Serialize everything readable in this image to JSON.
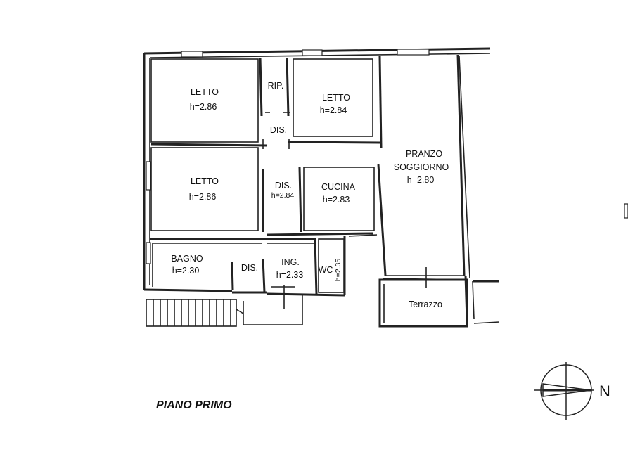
{
  "floor_title": "PIANO PRIMO",
  "compass_letter": "N",
  "rooms": {
    "letto1": {
      "name": "LETTO",
      "height": "h=2.86"
    },
    "rip": {
      "name": "RIP."
    },
    "letto2": {
      "name": "LETTO",
      "height": "h=2.84"
    },
    "dis1": {
      "name": "DIS."
    },
    "pranzo": {
      "name1": "PRANZO",
      "name2": "SOGGIORNO",
      "height": "h=2.80"
    },
    "letto3": {
      "name": "LETTO",
      "height": "h=2.86"
    },
    "dis2": {
      "name": "DIS.",
      "height": "h=2.84"
    },
    "cucina": {
      "name": "CUCINA",
      "height": "h=2.83"
    },
    "bagno": {
      "name": "BAGNO",
      "height": "h=2.30"
    },
    "dis3": {
      "name": "DIS."
    },
    "ing": {
      "name": "ING.",
      "height": "h=2.33"
    },
    "wc": {
      "name": "WC",
      "height": "h=2.35"
    },
    "terrazzo": {
      "name": "Terrazzo"
    }
  }
}
